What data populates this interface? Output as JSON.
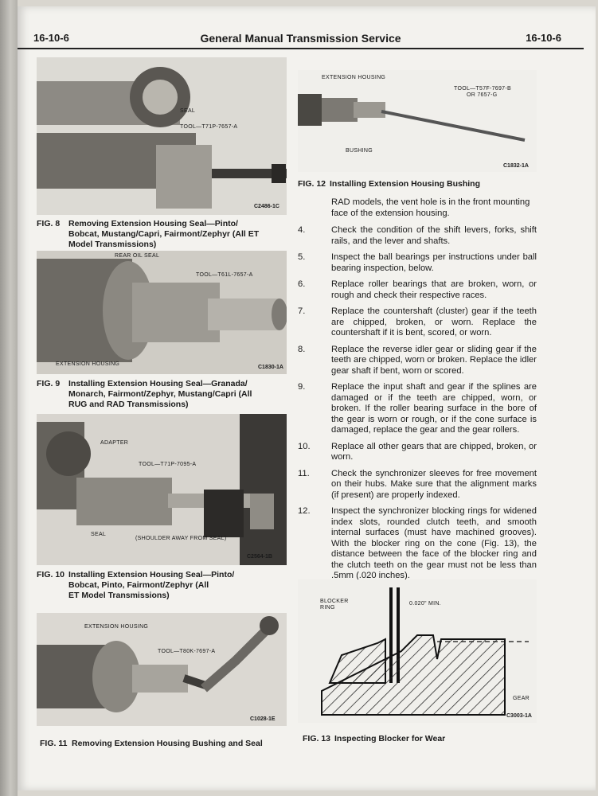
{
  "header": {
    "left": "16-10-6",
    "center": "General Manual Transmission Service",
    "right": "16-10-6"
  },
  "figures": {
    "fig8": {
      "labels": {
        "seal": "SEAL",
        "tool": "TOOL—T71P-7657-A"
      },
      "code": "C2486-1C",
      "number": "FIG. 8",
      "caption_lines": [
        "Removing Extension Housing Seal—Pinto/",
        "Bobcat, Mustang/Capri, Fairmont/Zephyr (All ET",
        "Model Transmissions)"
      ]
    },
    "fig9": {
      "labels": {
        "rear_seal": "REAR OIL SEAL",
        "tool": "TOOL—T61L-7657-A",
        "housing": "EXTENSION HOUSING"
      },
      "code": "C1830-1A",
      "number": "FIG. 9",
      "caption_lines": [
        "Installing Extension Housing Seal—Granada/",
        "Monarch, Fairmont/Zephyr, Mustang/Capri (All",
        "RUG and RAD Transmissions)"
      ]
    },
    "fig10": {
      "labels": {
        "adapter": "ADAPTER",
        "tool": "TOOL—T71P-7095-A",
        "seal": "SEAL",
        "shoulder": "(SHOULDER AWAY FROM SEAL)"
      },
      "code": "C2564-1B",
      "number": "FIG. 10",
      "caption_lines": [
        "Installing Extension Housing Seal—Pinto/",
        "Bobcat, Pinto, Fairmont/Zephyr (All",
        "ET Model Transmissions)"
      ]
    },
    "fig11": {
      "labels": {
        "housing": "EXTENSION HOUSING",
        "tool": "TOOL—T80K-7697-A"
      },
      "code": "C1028-1E",
      "number": "FIG. 11",
      "caption": "Removing Extension Housing Bushing and Seal"
    },
    "fig12": {
      "labels": {
        "housing": "EXTENSION HOUSING",
        "tool_a": "TOOL—T57F-7697-B",
        "tool_b": "OR 7657-G",
        "bushing": "BUSHING"
      },
      "code": "C1832-1A",
      "number": "FIG. 12",
      "caption": "Installing Extension Housing Bushing"
    },
    "fig13": {
      "labels": {
        "blocker": "BLOCKER",
        "ring": "RING",
        "min": "0.020\" MIN.",
        "gear": "GEAR"
      },
      "code": "C3003-1A",
      "number": "FIG. 13",
      "caption": "Inspecting Blocker for Wear"
    }
  },
  "intro": "RAD models, the vent hole is in the front mounting face of the extension housing.",
  "steps": [
    {
      "num": "4.",
      "text": "Check the condition of the shift levers, forks, shift rails, and the lever and shafts."
    },
    {
      "num": "5.",
      "text": "Inspect the ball bearings per instructions under ball bearing inspection, below."
    },
    {
      "num": "6.",
      "text": "Replace roller bearings that are broken, worn, or rough and check their respective races."
    },
    {
      "num": "7.",
      "text": "Replace the countershaft (cluster) gear if the teeth are chipped, broken, or worn. Replace the countershaft if it is bent, scored, or worn."
    },
    {
      "num": "8.",
      "text": "Replace the reverse idler gear or sliding gear if the teeth are chipped, worn or broken. Replace the idler gear shaft if bent, worn or scored."
    },
    {
      "num": "9.",
      "text": "Replace the input shaft and gear if the splines are damaged or if the teeth are chipped, worn, or broken. If the roller bearing surface in the bore of the gear is worn or rough, or if the cone surface is damaged, replace the gear and the gear rollers."
    },
    {
      "num": "10.",
      "text": "Replace all other gears that are chipped, broken, or worn."
    },
    {
      "num": "11.",
      "text": "Check the synchronizer sleeves for free movement on their hubs. Make sure that the alignment marks (if present) are properly indexed."
    },
    {
      "num": "12.",
      "text": "Inspect the synchronizer blocking rings for widened index slots, rounded clutch teeth, and smooth internal surfaces (must have machined grooves). With the blocker ring on the cone (Fig. 13), the distance between the face of the blocker ring and the clutch teeth on the gear must not be less than .5mm (.020 inches)."
    }
  ]
}
